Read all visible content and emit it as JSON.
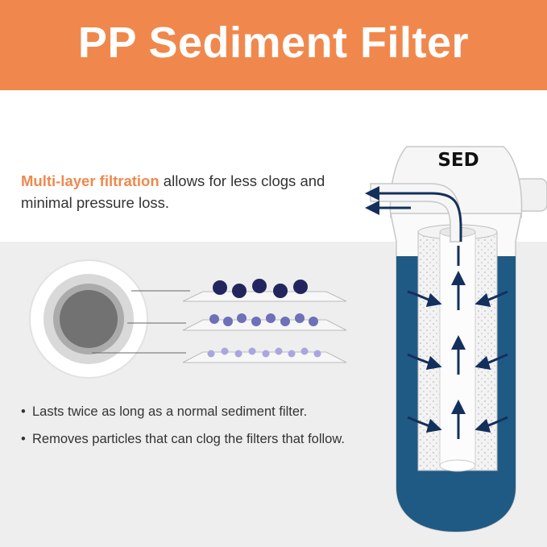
{
  "header": {
    "title": "PP Sediment Filter"
  },
  "intro": {
    "highlight": "Multi-layer filtration",
    "rest": " allows for less clogs and minimal pressure loss."
  },
  "bullets": [
    "Lasts twice as long as a normal sediment filter.",
    "Removes particles that can clog the filters that follow."
  ],
  "filter": {
    "cap_label": "SED"
  },
  "colors": {
    "banner": "#f0884d",
    "water": "#1f5a85",
    "arrow": "#13305c",
    "particle_large": "#23265e",
    "particle_medium": "#6e70b8",
    "particle_small": "#a9a6e0"
  }
}
